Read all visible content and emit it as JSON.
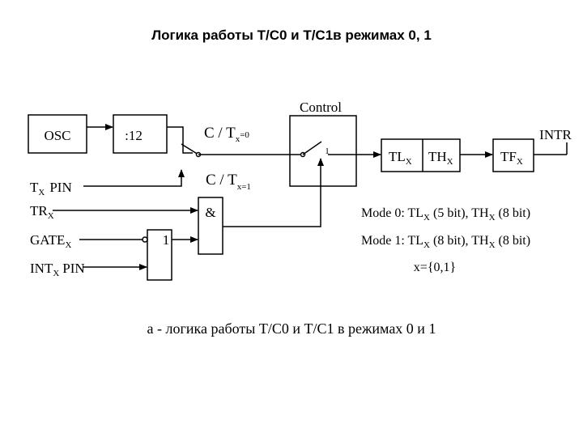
{
  "title": "Логика работы T/C0 и T/C1в режимах 0, 1",
  "blocks": {
    "osc": "OSC",
    "divider": ":12",
    "control": "Control",
    "and_gate": "&",
    "or_gate": "1",
    "tl": "TL",
    "tl_sub": "X",
    "th": "TH",
    "th_sub": "X",
    "tf": "TF",
    "tf_sub": "X",
    "intr": "INTR"
  },
  "switch_labels": {
    "ct0": "C / T",
    "ct0_sub": "x",
    "ct0_val": "=0",
    "ct1": "C / T",
    "ct1_sub": "x",
    "ct1_val": "=1",
    "control_one": "1"
  },
  "inputs": {
    "tx_pin_a": "T",
    "tx_pin_sub": "X",
    "tx_pin_b": "PIN",
    "trx": "TR",
    "trx_sub": "X",
    "gatex": "GATE",
    "gatex_sub": "X",
    "intx_a": "INT",
    "intx_sub": "X",
    "intx_b": "PIN"
  },
  "modes": {
    "mode0_a": "Mode 0: TL",
    "mode0_b": " (5 bit), TH",
    "mode0_c": " (8 bit)",
    "mode1_a": "Mode 1: TL",
    "mode1_b": " (8 bit), TH",
    "mode1_c": " (8 bit)",
    "sub": "X",
    "x_values": "x={0,1}"
  },
  "caption": "а - логика работы T/C0 и T/C1 в режимах 0 и 1"
}
